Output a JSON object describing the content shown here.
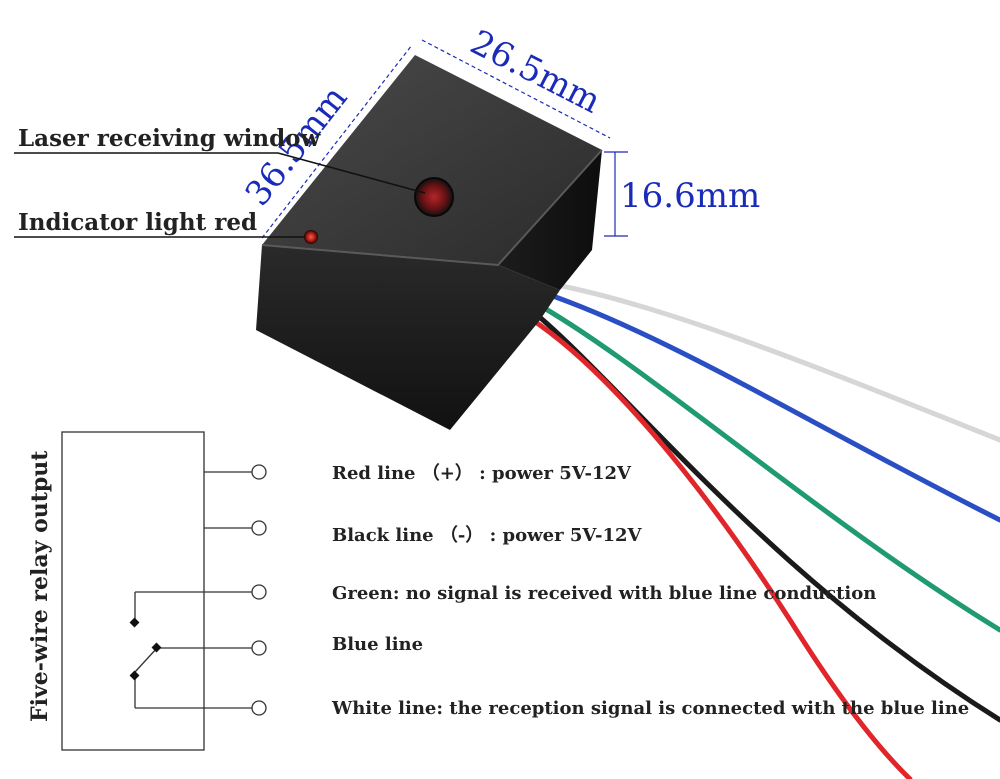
{
  "dimensions": {
    "length": "36.5mm",
    "width": "26.5mm",
    "height": "16.6mm"
  },
  "callouts": {
    "window": "Laser receiving window",
    "indicator": "Indicator light red"
  },
  "relay": {
    "title": "Five-wire relay output",
    "wires": [
      {
        "label": "Red line （+） : power 5V-12V"
      },
      {
        "label": "Black line （-） : power 5V-12V"
      },
      {
        "label": "Green: no signal is received with blue line conduction"
      },
      {
        "label": "Blue line"
      },
      {
        "label": "White line: the reception signal is connected with the blue line"
      }
    ]
  },
  "colors": {
    "dimension": "#1a2bb8",
    "red_wire": "#e0262b",
    "black_wire": "#1a1a1a",
    "green_wire": "#1f9a72",
    "blue_wire": "#2a4fc4",
    "white_wire": "#d8d8d8",
    "module_body": "#1c1c1c"
  }
}
